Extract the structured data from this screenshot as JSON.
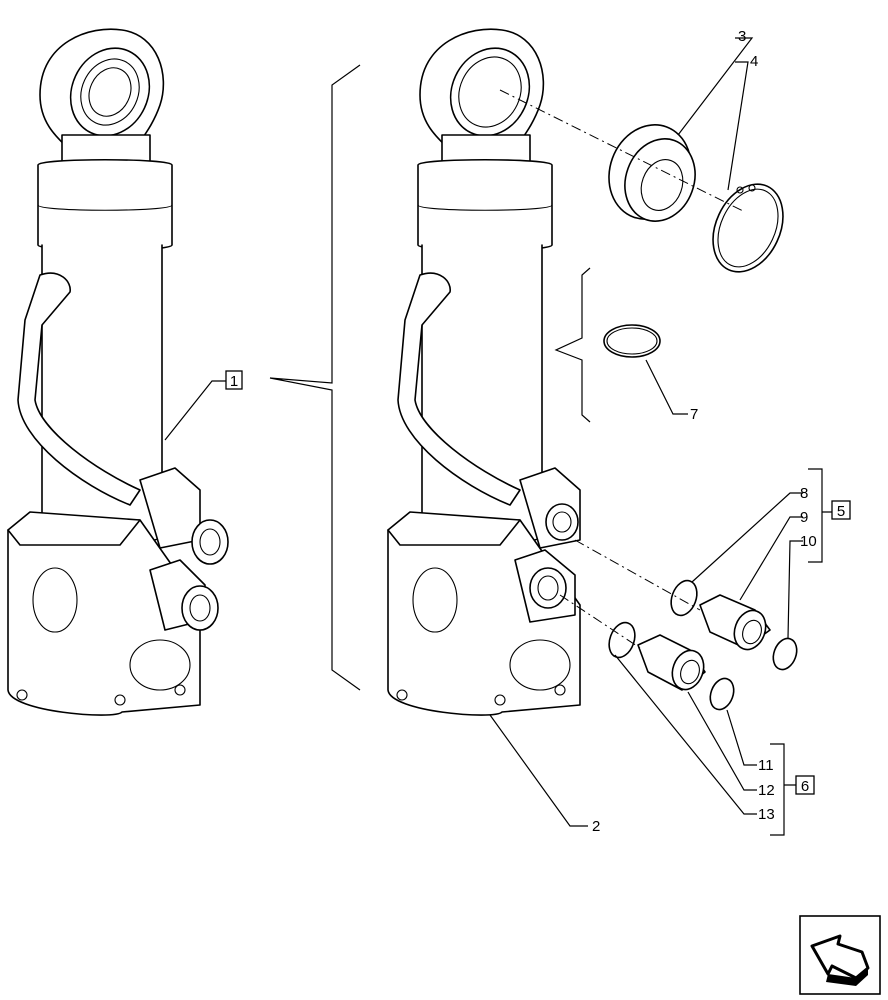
{
  "callouts": {
    "c1": "1",
    "c2": "2",
    "c3": "3",
    "c4": "4",
    "c5": "5",
    "c6": "6",
    "c7": "7",
    "c8": "8",
    "c9": "9",
    "c10": "10",
    "c11": "11",
    "c12": "12",
    "c13": "13"
  },
  "icons": {
    "nav": "navigation-arrow-icon"
  }
}
